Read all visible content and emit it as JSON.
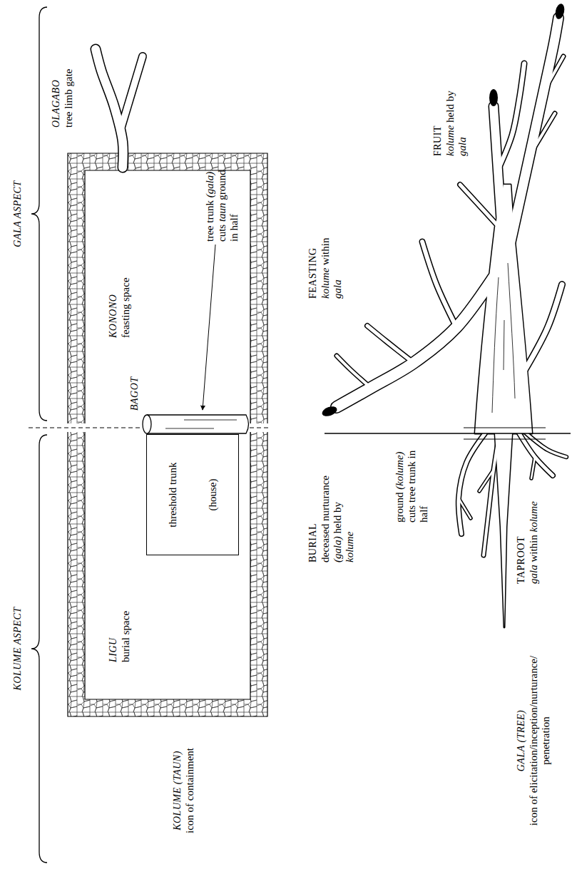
{
  "diagram": {
    "nodes": [
      {
        "text": [
          "threshold trunk",
          "(house)"
        ]
      }
    ],
    "labels": [
      "GALA ASPECT",
      "KOLUME ASPECT",
      "OLAGABO",
      "tree limb gate",
      "KONONO",
      "feasting space",
      "BAGOT",
      "tree trunk (gala) cuts taun ground in half",
      "LIGU",
      "burial space",
      "KOLUME (TAUN)",
      "icon of containment",
      "FEASTING",
      "kolume within gala",
      "BURIAL",
      "deceased nurturance (gala) held by kolume",
      "FRUIT",
      "kolume held by gala",
      "ground (kolume) cuts tree trunk in half",
      "TAPROOT",
      "gala within kolume",
      "GALA (TREE)",
      "icon of elicitation/inception/nurturance/penetration"
    ]
  }
}
